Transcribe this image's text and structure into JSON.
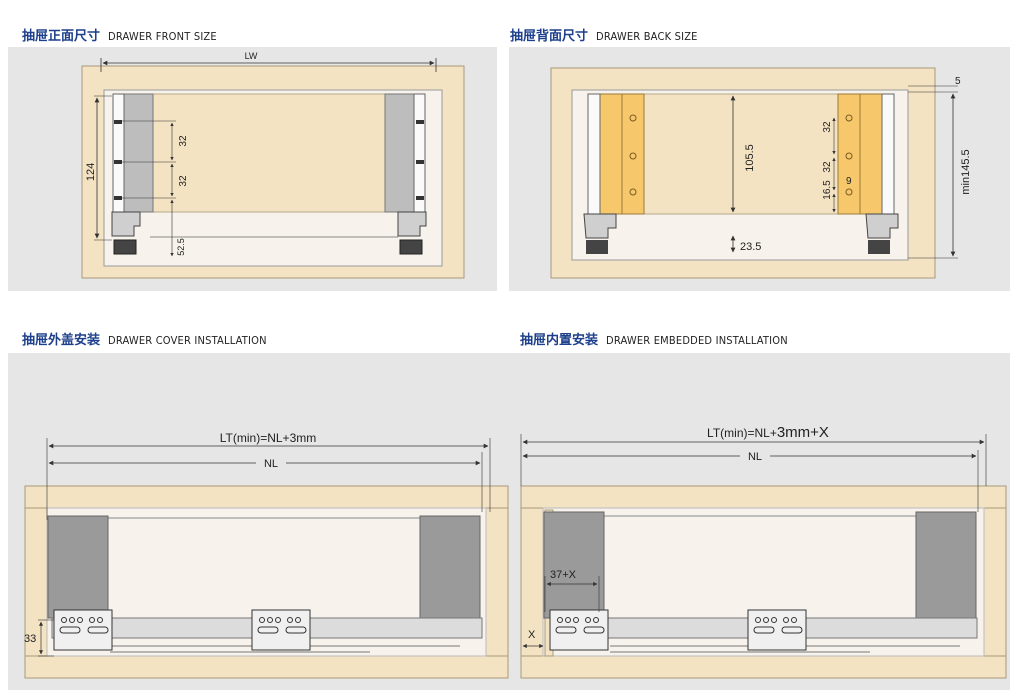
{
  "sections": {
    "front": {
      "cn": "抽屉正面尺寸",
      "en": "DRAWER FRONT SIZE"
    },
    "back": {
      "cn": "抽屉背面尺寸",
      "en": "DRAWER BACK SIZE"
    },
    "cover": {
      "cn": "抽屉外盖安装",
      "en": "DRAWER  COVER  INSTALLATION"
    },
    "embedded": {
      "cn": "抽屉内置安装",
      "en": "DRAWER EMBEDDED INSTALLATION"
    }
  },
  "front_dims": {
    "lw": "LW",
    "h124": "124",
    "d32a": "32",
    "d32b": "32",
    "d52": "52.5"
  },
  "back_dims": {
    "d5": "5",
    "d105": "105.5",
    "d23": "23.5",
    "min145": "min145.5",
    "d32a": "32",
    "d32b": "32",
    "d16": "16.5",
    "d9": "9"
  },
  "cover_dims": {
    "lt": "LT(min)=NL+3mm",
    "nl": "NL",
    "d33": "33"
  },
  "embedded_dims": {
    "lt_prefix": "LT(min)=NL+",
    "lt_suffix": "3mm+X",
    "nl": "NL",
    "x37": "37+X",
    "x": "X"
  },
  "colors": {
    "wood": "#f3e3c3",
    "wood_edge": "#a89878",
    "panel": "#e6e6e6",
    "gray": "#a0a0a0",
    "orange": "#f6c86b",
    "title": "#1d3f8c"
  }
}
